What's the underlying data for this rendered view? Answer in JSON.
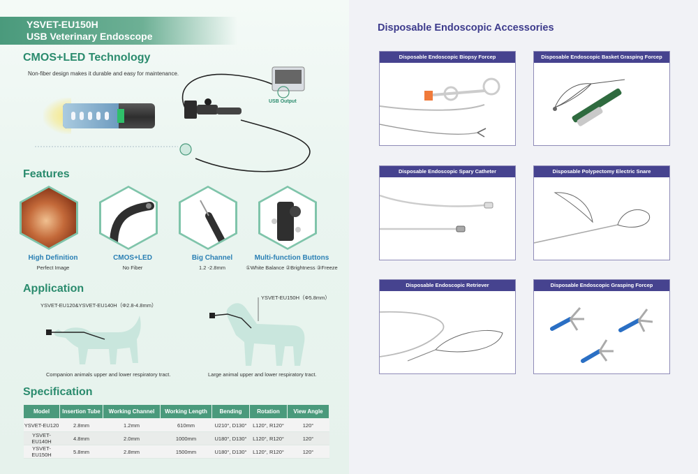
{
  "header": {
    "model": "YSVET-EU150H",
    "product": "USB Veterinary Endoscope"
  },
  "cmos": {
    "title": "CMOS+LED Technology",
    "desc": "Non-fiber design makes it durable and easy for maintenance.",
    "usb_label": "USB Output"
  },
  "features": {
    "title": "Features",
    "items": [
      {
        "name": "High Definition",
        "sub": "Perfect Image"
      },
      {
        "name": "CMOS+LED",
        "sub": "No Fiber"
      },
      {
        "name": "Big Channel",
        "sub": "1.2 -2.8mm"
      },
      {
        "name": "Multi-function Buttons",
        "sub": "①White Balance ②Brightness ③Freeze"
      }
    ]
  },
  "application": {
    "title": "Application",
    "small_label": "YSVET-EU120&YSVET-EU140H（Φ2.8-4.8mm）",
    "large_label": "YSVET-EU150H（Φ5.8mm）",
    "small_caption": "Companion animals upper and lower respiratory tract.",
    "large_caption": "Large animal upper and lower respiratory tract."
  },
  "specification": {
    "title": "Specification",
    "columns": [
      "Model",
      "Insertion Tube",
      "Working Channel",
      "Working Length",
      "Bending",
      "Rotation",
      "View Angle"
    ],
    "rows": [
      [
        "YSVET-EU120",
        "2.8mm",
        "1.2mm",
        "610mm",
        "U210°, D130°",
        "L120°, R120°",
        "120°"
      ],
      [
        "YSVET-EU140H",
        "4.8mm",
        "2.0mm",
        "1000mm",
        "U180°, D130°",
        "L120°, R120°",
        "120°"
      ],
      [
        "YSVET-EU150H",
        "5.8mm",
        "2.8mm",
        "1500mm",
        "U180°, D130°",
        "L120°, R120°",
        "120°"
      ]
    ]
  },
  "accessories": {
    "title": "Disposable Endoscopic Accessories",
    "cards": [
      "Disposable Endoscopic Biopsy Forcep",
      "Disposable Endoscopic Basket Grasping Forcep",
      "Disposable Endoscopic Spary Catheter",
      "Disposable Polypectomy Electric Snare",
      "Disposable Endoscopic Retriever",
      "Disposable Endoscopic Grasping Forcep"
    ]
  },
  "colors": {
    "green": "#2a8b6d",
    "blue_text": "#2a7fb4",
    "purple": "#46438f"
  }
}
